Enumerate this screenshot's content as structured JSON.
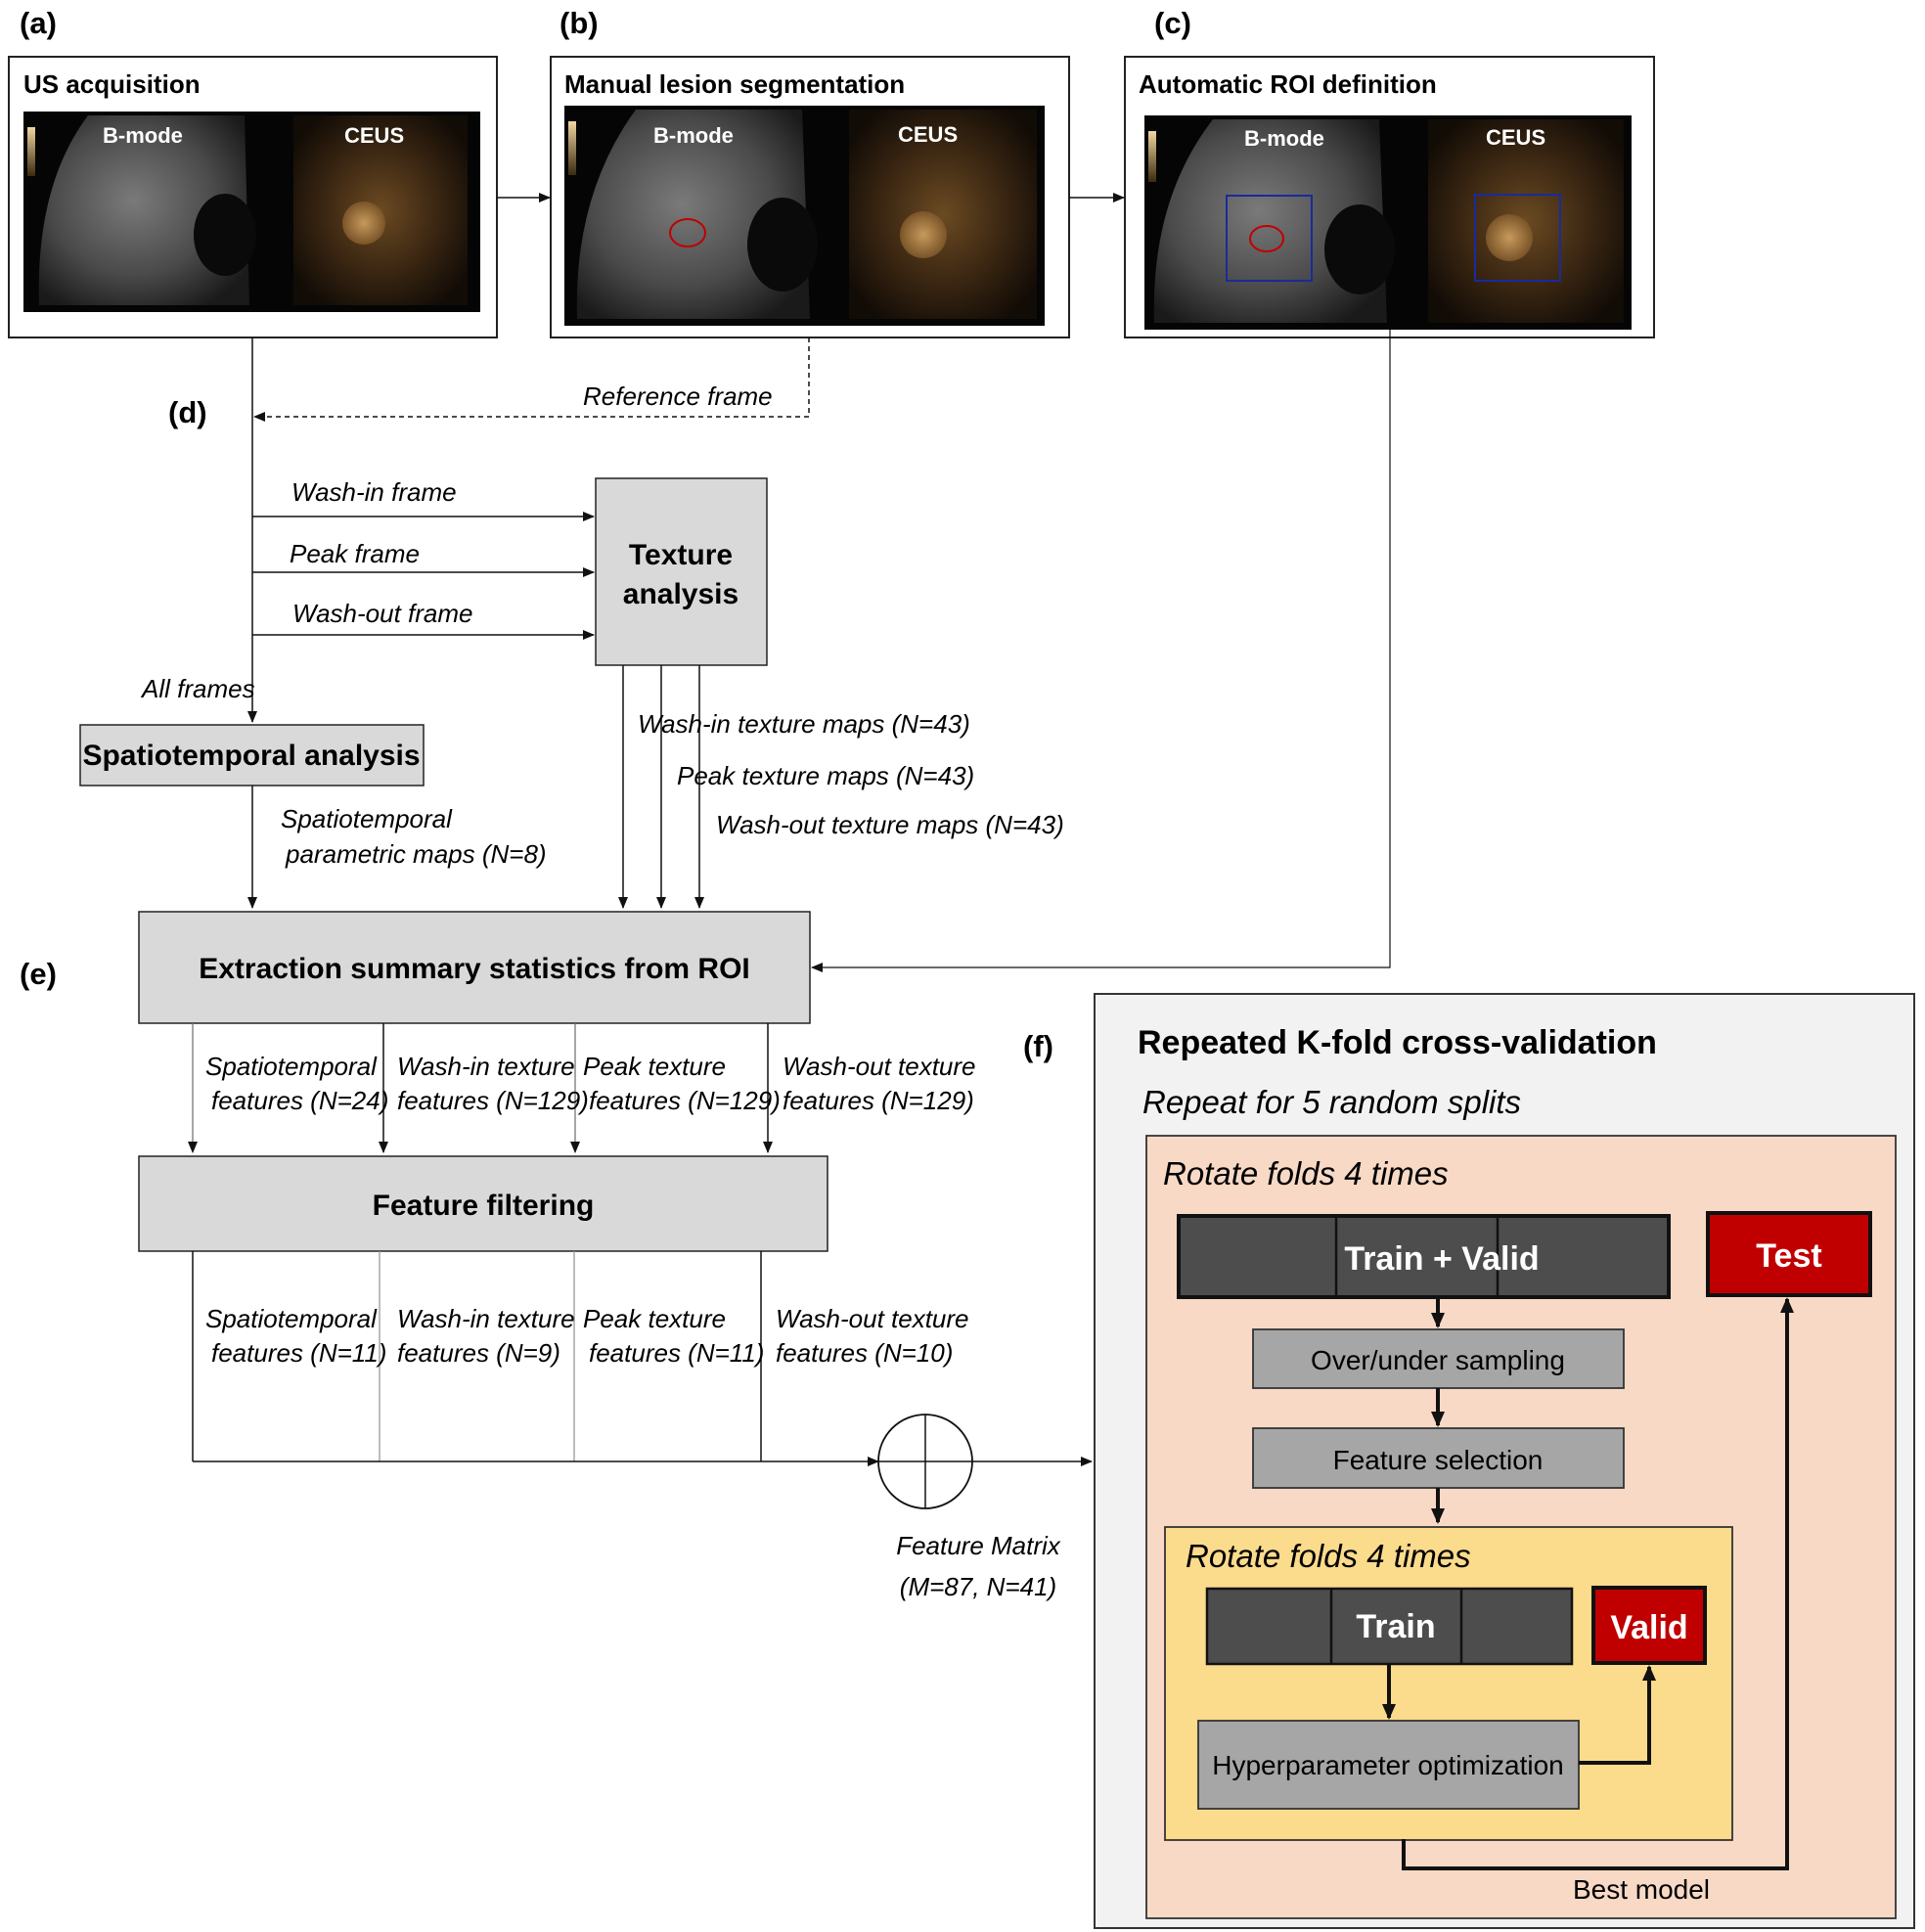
{
  "panel_labels": {
    "a": "(a)",
    "b": "(b)",
    "c": "(c)",
    "d": "(d)",
    "e": "(e)",
    "f": "(f)"
  },
  "panels": {
    "a_title": "US acquisition",
    "b_title": "Manual lesion segmentation",
    "c_title": "Automatic ROI definition",
    "bmode": "B-mode",
    "ceus": "CEUS"
  },
  "flow": {
    "reference_frame": "Reference frame",
    "wash_in_frame": "Wash-in frame",
    "peak_frame": "Peak frame",
    "wash_out_frame": "Wash-out frame",
    "all_frames": "All frames",
    "texture_analysis": [
      "Texture",
      "analysis"
    ],
    "spatiotemporal_analysis": "Spatiotemporal analysis",
    "spatiotemporal_maps": [
      "Spatiotemporal",
      "parametric maps (N=8)"
    ],
    "wash_in_maps": "Wash-in texture maps (N=43)",
    "peak_maps": "Peak texture maps (N=43)",
    "wash_out_maps": "Wash-out texture maps (N=43)",
    "extraction": "Extraction summary statistics from ROI",
    "features_before": [
      [
        "Spatiotemporal",
        "features (N=24)"
      ],
      [
        "Wash-in texture",
        "features (N=129)"
      ],
      [
        "Peak texture",
        "features (N=129)"
      ],
      [
        "Wash-out texture",
        "features (N=129)"
      ]
    ],
    "feature_filtering": "Feature filtering",
    "features_after": [
      [
        "Spatiotemporal",
        "features (N=11)"
      ],
      [
        "Wash-in texture",
        "features (N=9)"
      ],
      [
        "Peak texture",
        "features (N=11)"
      ],
      [
        "Wash-out texture",
        "features (N=10)"
      ]
    ],
    "feature_matrix": [
      "Feature Matrix",
      "(M=87, N=41)"
    ]
  },
  "cv": {
    "title": "Repeated K-fold cross-validation",
    "repeat": "Repeat for 5 random splits",
    "rotate_outer": "Rotate folds 4 times",
    "train_valid": "Train + Valid",
    "test": "Test",
    "sampling": "Over/under sampling",
    "selection": "Feature selection",
    "rotate_inner": "Rotate folds 4 times",
    "train": "Train",
    "valid": "Valid",
    "hyperparam": "Hyperparameter optimization",
    "best_model": "Best model"
  },
  "colors": {
    "box_gray": "#d9d9d9",
    "outer_panel": "#f2f2f2",
    "salmon": "#f8d9c6",
    "yellow": "#fbdb8c",
    "dark_bar": "#4d4d4d",
    "mid_gray": "#a6a6a6",
    "red": "#c00000",
    "roi_blue": "#1a2a9c",
    "lesion_red": "#c00000"
  }
}
